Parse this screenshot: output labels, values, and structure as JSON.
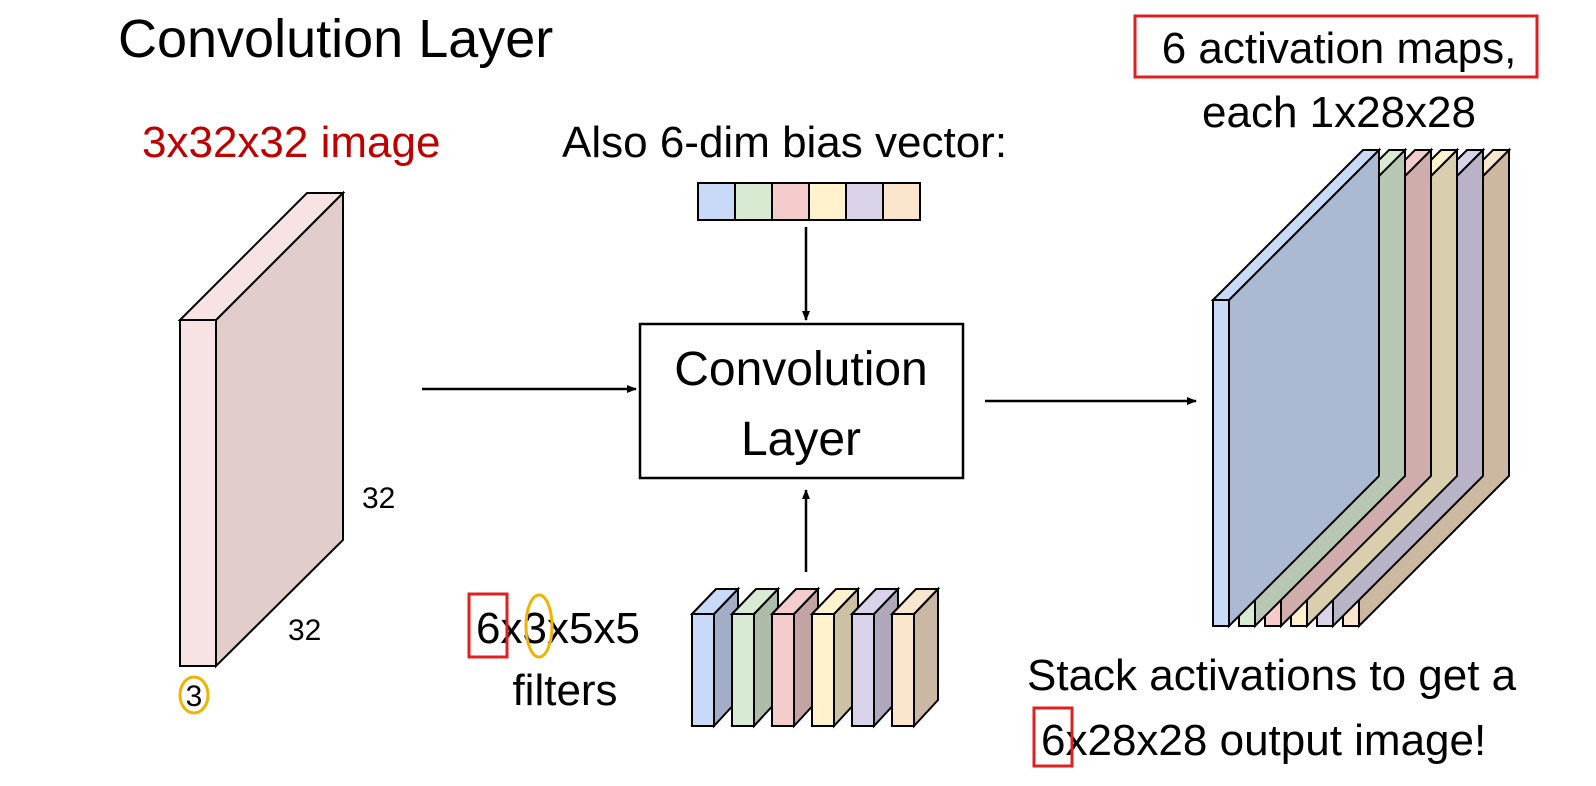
{
  "slide": {
    "title": "Convolution Layer",
    "input_label": "3x32x32 image",
    "bias_label": "Also 6-dim bias vector:",
    "box_line1": "Convolution",
    "box_line2": "Layer",
    "dim_height": "32",
    "dim_width": "32",
    "dim_depth": "3",
    "filters_n": "6",
    "filters_x1": "x",
    "filters_c": "3",
    "filters_rest": "x5x5",
    "filters_word": "filters",
    "maps_line1": "6 activation maps,",
    "maps_line2": "each 1x28x28",
    "stack_line1": "Stack activations to get a",
    "stack_n": "6",
    "stack_rest": "x28x28 output image!"
  },
  "colors": {
    "palette": [
      "#c9daf8",
      "#d9ead3",
      "#f4cccc",
      "#fff2cc",
      "#d9d2e9",
      "#fce5cd"
    ],
    "input_front": "#f7e3e3",
    "input_side": "#e2cdcd",
    "output_front": "#ccb8a0",
    "highlight_red": "#e02020",
    "highlight_yellow": "#f0b400",
    "accent_text": "#c00000"
  }
}
